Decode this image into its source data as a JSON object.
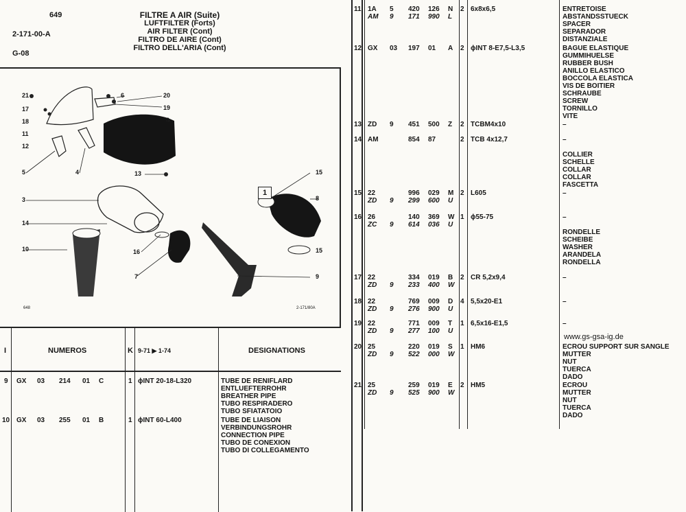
{
  "header": {
    "page_no": "649",
    "ref": "2-171-00-A",
    "group": "G-08",
    "titles": [
      "FILTRE A AIR (Suite)",
      "LUFTFILTER (Forts)",
      "AIR FILTER (Cont)",
      "FILTRO DE AIRE (Cont)",
      "FILTRO DELL'ARIA (Cont)"
    ]
  },
  "diagram": {
    "figure_label": "1",
    "callouts": [
      "21",
      "17",
      "18",
      "11",
      "12",
      "5",
      "4",
      "6",
      "20",
      "19",
      "2",
      "13",
      "15",
      "8",
      "3",
      "14",
      "16",
      "15",
      "10",
      "7",
      "9"
    ],
    "drawing_ref": "2-171/80A",
    "corner_mark": "648"
  },
  "table_header": {
    "col_i": "I",
    "col_numeros": "NUMEROS",
    "col_k": "K",
    "col_dates": "9-71 ▶ 1-74",
    "col_designations": "DESIGNATIONS"
  },
  "left_rows": [
    {
      "item": "9",
      "num": [
        "GX",
        "03",
        "214",
        "01",
        "C"
      ],
      "qty": "1",
      "dim": "ϕINT 20-18-L320",
      "desc": [
        "TUBE DE RENIFLARD",
        "ENTLUEFTERROHR",
        "BREATHER PIPE",
        "TUBO RESPIRADERO",
        "TUBO SFIATATOIO"
      ]
    },
    {
      "item": "10",
      "num": [
        "GX",
        "03",
        "255",
        "01",
        "B"
      ],
      "qty": "1",
      "dim": "ϕINT 60-L400",
      "desc": [
        "TUBE DE LIAISON",
        "VERBINDUNGSROHR",
        "CONNECTION PIPE",
        "TUBO DE CONEXION",
        "TUBO DI COLLEGAMENTO"
      ]
    }
  ],
  "right_rows": [
    {
      "item": "11",
      "lines": [
        [
          "1A",
          "5",
          "420",
          "126",
          "N"
        ],
        [
          "AM",
          "9",
          "171",
          "990",
          "L"
        ]
      ],
      "qty": "2",
      "dim": "6x8x6,5",
      "desc": [
        "ENTRETOISE",
        "ABSTANDSSTUECK",
        "SPACER",
        "SEPARADOR",
        "DISTANZIALE"
      ]
    },
    {
      "item": "12",
      "lines": [
        [
          "GX",
          "03",
          "197",
          "01",
          "A"
        ]
      ],
      "qty": "2",
      "dim": "ϕINT 8-E7,5-L3,5",
      "desc": [
        "BAGUE ELASTIQUE",
        "GUMMIHUELSE",
        "RUBBER BUSH",
        "ANILLO ELASTICO",
        "BOCCOLA ELASTICA",
        "VIS DE BOITIER",
        "SCHRAUBE",
        "SCREW",
        "TORNILLO",
        "VITE"
      ]
    },
    {
      "item": "13",
      "lines": [
        [
          "ZD",
          "9",
          "451",
          "500",
          "Z"
        ]
      ],
      "qty": "2",
      "dim": "TCBM4x10",
      "desc": [
        "–"
      ]
    },
    {
      "item": "14",
      "lines": [
        [
          "AM",
          "",
          "854",
          "87",
          ""
        ]
      ],
      "qty": "2",
      "dim": "TCB  4x12,7",
      "desc": [
        "–",
        "COLLIER",
        "SCHELLE",
        "COLLAR",
        "COLLAR",
        "FASCETTA"
      ]
    },
    {
      "item": "15",
      "lines": [
        [
          "22",
          "",
          "996",
          "029",
          "M"
        ],
        [
          "ZD",
          "9",
          "299",
          "600",
          "U"
        ]
      ],
      "qty": "2",
      "dim": "L605",
      "desc": [
        "–"
      ]
    },
    {
      "item": "16",
      "lines": [
        [
          "26",
          "",
          "140",
          "369",
          "W"
        ],
        [
          "ZC",
          "9",
          "614",
          "036",
          "U"
        ]
      ],
      "qty": "1",
      "dim": "ϕ55-75",
      "desc": [
        "–",
        "RONDELLE",
        "SCHEIBE",
        "WASHER",
        "ARANDELA",
        "RONDELLA"
      ]
    },
    {
      "item": "17",
      "lines": [
        [
          "22",
          "",
          "334",
          "019",
          "B"
        ],
        [
          "ZD",
          "9",
          "233",
          "400",
          "W"
        ]
      ],
      "qty": "2",
      "dim": "CR 5,2x9,4",
      "desc": [
        "–"
      ]
    },
    {
      "item": "18",
      "lines": [
        [
          "22",
          "",
          "769",
          "009",
          "D"
        ],
        [
          "ZD",
          "9",
          "276",
          "900",
          "U"
        ]
      ],
      "qty": "4",
      "dim": "5,5x20-E1",
      "desc": [
        "–"
      ]
    },
    {
      "item": "19",
      "lines": [
        [
          "22",
          "",
          "771",
          "009",
          "T"
        ],
        [
          "ZD",
          "9",
          "277",
          "100",
          "U"
        ]
      ],
      "qty": "1",
      "dim": "6,5x16-E1,5",
      "desc": [
        "–"
      ]
    },
    {
      "item": "20",
      "lines": [
        [
          "25",
          "",
          "220",
          "019",
          "S"
        ],
        [
          "ZD",
          "9",
          "522",
          "000",
          "W"
        ]
      ],
      "qty": "1",
      "dim": "HM6",
      "desc": [
        "ECROU SUPPORT SUR SANGLE",
        "MUTTER",
        "NUT",
        "TUERCA",
        "DADO"
      ]
    },
    {
      "item": "21",
      "lines": [
        [
          "25",
          "",
          "259",
          "019",
          "E"
        ],
        [
          "ZD",
          "9",
          "525",
          "900",
          "W"
        ]
      ],
      "qty": "2",
      "dim": "HM5",
      "desc": [
        "ECROU",
        "MUTTER",
        "NUT",
        "TUERCA",
        "DADO"
      ]
    }
  ],
  "website": "www.gs-gsa-ig.de"
}
